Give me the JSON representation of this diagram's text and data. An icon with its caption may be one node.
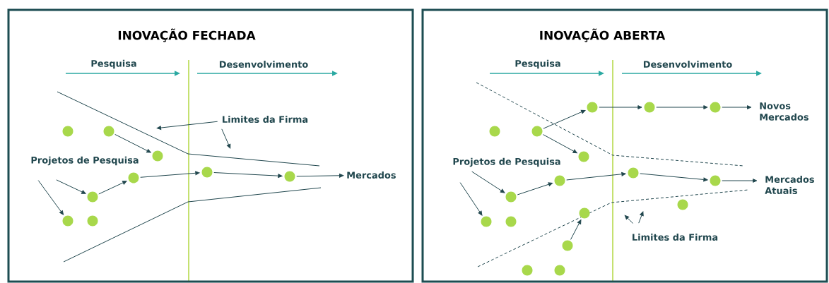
{
  "diagram": {
    "nodes": [
      {
        "text": [
          "INOVAÇÃO FECHADA"
        ]
      },
      {
        "text": [
          "Projetos de Pesquisa"
        ],
        "in": 0
      },
      {
        "text": [
          "Limites da Firma"
        ],
        "in": 0
      },
      {
        "text": [
          "Mercados"
        ],
        "in": 0
      },
      {
        "text": [],
        "shape": "circle",
        "in": 0
      },
      {
        "text": [],
        "shape": "circle",
        "in": 0
      },
      {
        "text": [],
        "shape": "circle",
        "in": 0
      },
      {
        "text": [],
        "shape": "circle",
        "in": 0
      },
      {
        "text": [],
        "shape": "circle",
        "in": 0
      },
      {
        "text": [],
        "shape": "circle",
        "in": 0
      },
      {
        "text": [],
        "shape": "circle",
        "in": 0
      },
      {
        "text": [],
        "shape": "circle",
        "in": 0
      },
      {
        "text": [],
        "shape": "circle",
        "in": 0
      },
      {
        "text": [
          "INOVAÇÃO ABERTA"
        ]
      },
      {
        "text": [
          "Novos Mercados"
        ],
        "in": 13
      },
      {
        "text": [
          "Projetos de Pesquisa"
        ],
        "in": 13
      },
      {
        "text": [
          "Mercados Atuais"
        ],
        "in": 13
      },
      {
        "text": [
          "Limites da Firma"
        ],
        "in": 13
      },
      {
        "text": [],
        "shape": "circle",
        "in": 13
      },
      {
        "text": [],
        "shape": "circle",
        "in": 13
      },
      {
        "text": [],
        "shape": "circle",
        "in": 13
      },
      {
        "text": [],
        "shape": "circle",
        "in": 13
      },
      {
        "text": [],
        "shape": "circle",
        "in": 13
      },
      {
        "text": [],
        "shape": "circle",
        "in": 13
      },
      {
        "text": [],
        "shape": "circle",
        "in": 13
      },
      {
        "text": [],
        "shape": "circle",
        "in": 13
      },
      {
        "text": [],
        "shape": "circle",
        "in": 13
      },
      {
        "text": [],
        "shape": "circle",
        "in": 13
      },
      {
        "text": [],
        "shape": "circle",
        "in": 13
      },
      {
        "text": [],
        "shape": "circle",
        "in": 13
      },
      {
        "text": [],
        "shape": "circle",
        "in": 13
      },
      {
        "text": [],
        "shape": "circle",
        "in": 13
      },
      {
        "text": [],
        "shape": "circle",
        "in": 13
      },
      {
        "text": [],
        "shape": "circle",
        "in": 13
      },
      {
        "text": [],
        "shape": "circle",
        "in": 13
      }
    ],
    "edges": [
      {
        "from": 1,
        "to": 8,
        "arrow": "to"
      },
      {
        "from": 1,
        "to": 11,
        "arrow": "to"
      },
      {
        "from": 5,
        "to": 6,
        "arrow": "to"
      },
      {
        "from": 8,
        "to": 7,
        "arrow": "to"
      },
      {
        "from": 7,
        "to": 9,
        "arrow": "to"
      },
      {
        "from": 9,
        "to": 10,
        "arrow": "to"
      },
      {
        "from": 10,
        "to": 3,
        "arrow": "to"
      },
      {
        "from": 2,
        "to": null,
        "arrow": "to"
      },
      {
        "from": 2,
        "to": null,
        "arrow": "to"
      },
      {
        "from": 22,
        "to": 18,
        "arrow": "to"
      },
      {
        "from": 22,
        "to": 23,
        "arrow": "to"
      },
      {
        "from": 18,
        "to": 19,
        "arrow": "to"
      },
      {
        "from": 19,
        "to": 20,
        "arrow": "to"
      },
      {
        "from": 20,
        "to": 14,
        "arrow": "to"
      },
      {
        "from": 15,
        "to": 27,
        "arrow": "to"
      },
      {
        "from": 15,
        "to": 28,
        "arrow": "to"
      },
      {
        "from": 27,
        "to": 26,
        "arrow": "to"
      },
      {
        "from": 26,
        "to": 24,
        "arrow": "to"
      },
      {
        "from": 24,
        "to": 25,
        "arrow": "to"
      },
      {
        "from": 25,
        "to": 16,
        "arrow": "to"
      },
      {
        "from": 32,
        "to": 30,
        "arrow": "to"
      },
      {
        "from": 17,
        "to": null,
        "arrow": "to"
      },
      {
        "from": 17,
        "to": null,
        "arrow": "to"
      }
    ],
    "labels": [
      "Pesquisa",
      "Desenvolvimento",
      "Pesquisa",
      "Desenvolvimento"
    ]
  }
}
